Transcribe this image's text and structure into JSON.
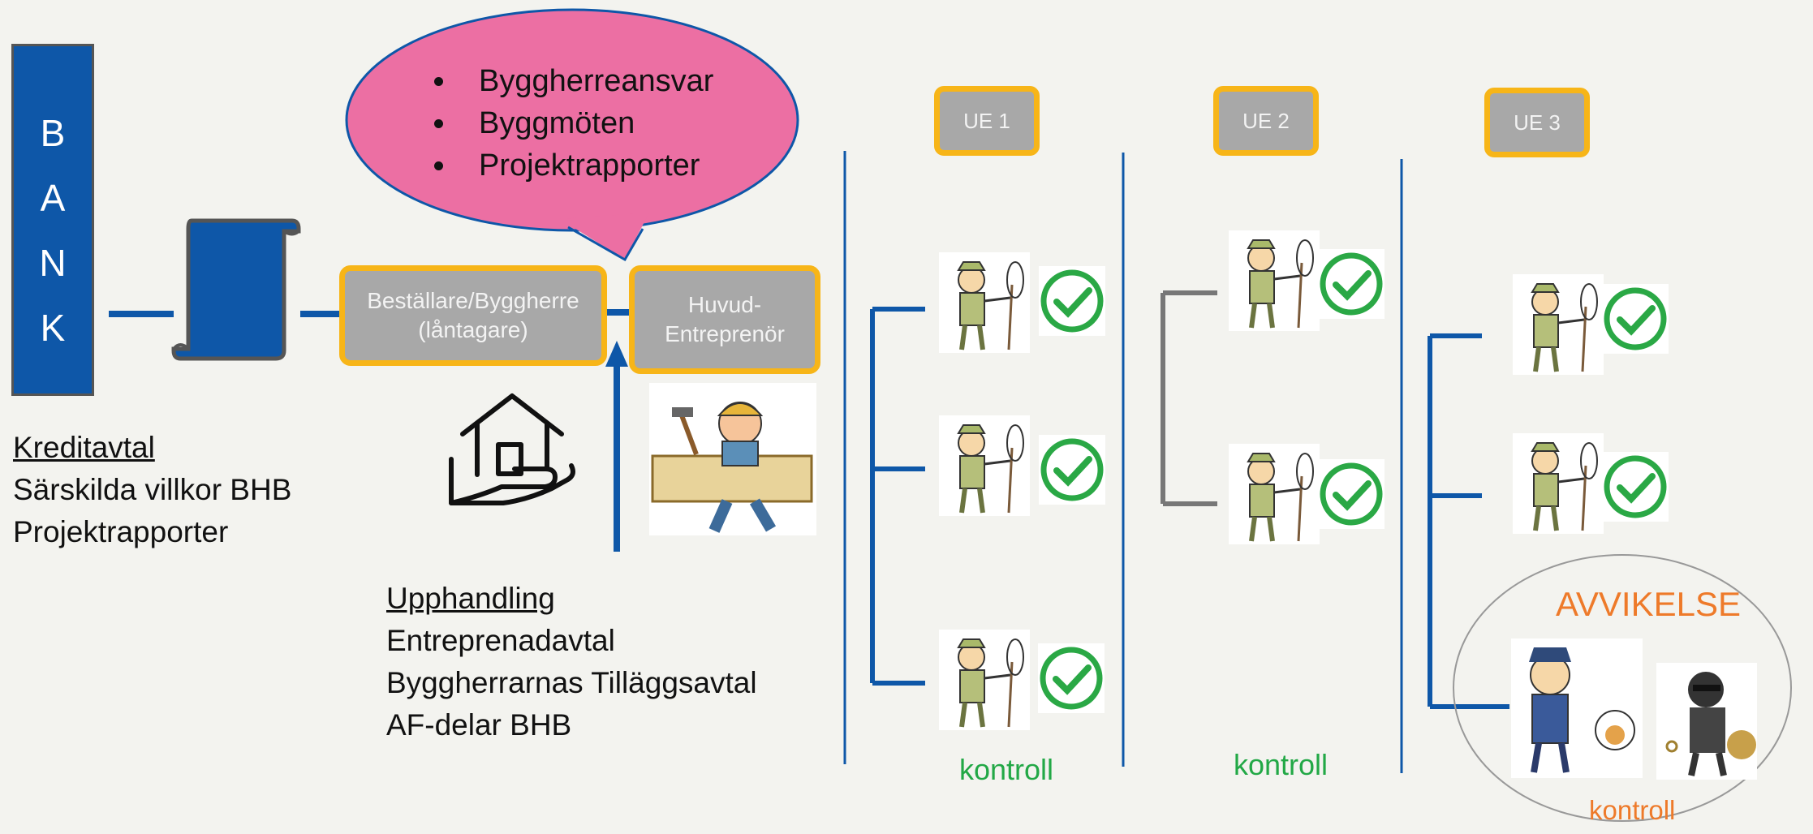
{
  "bank": {
    "letters": [
      "B",
      "A",
      "N",
      "K"
    ]
  },
  "bank_notes": {
    "heading": "Kreditavtal",
    "lines": [
      "Särskilda villkor BHB",
      "Projektrapporter"
    ]
  },
  "bubble": {
    "items": [
      "Byggherreansvar",
      "Byggmöten",
      "Projektrapporter"
    ]
  },
  "bestallare": {
    "line1": "Beställare/Byggherre",
    "line2": "(låntagare)"
  },
  "huvud": {
    "line1": "Huvud-",
    "line2": "Entreprenör"
  },
  "procurement": {
    "heading": "Upphandling",
    "lines": [
      "Entreprenadavtal",
      "Byggherrarnas Tilläggsavtal",
      "AF-delar BHB"
    ]
  },
  "subcontractors": [
    {
      "label": "UE 1",
      "status": "kontroll"
    },
    {
      "label": "UE 2",
      "status": "kontroll"
    },
    {
      "label": "UE 3",
      "status": "kontroll"
    }
  ],
  "deviation": {
    "label": "AVVIKELSE"
  },
  "colors": {
    "bank_blue": "#0e57a8",
    "box_border": "#f7b518",
    "box_fill": "#a8a8a8",
    "bubble": "#ec6fa3",
    "ok_green": "#22a846",
    "deviation_orange": "#ee7a2a"
  }
}
